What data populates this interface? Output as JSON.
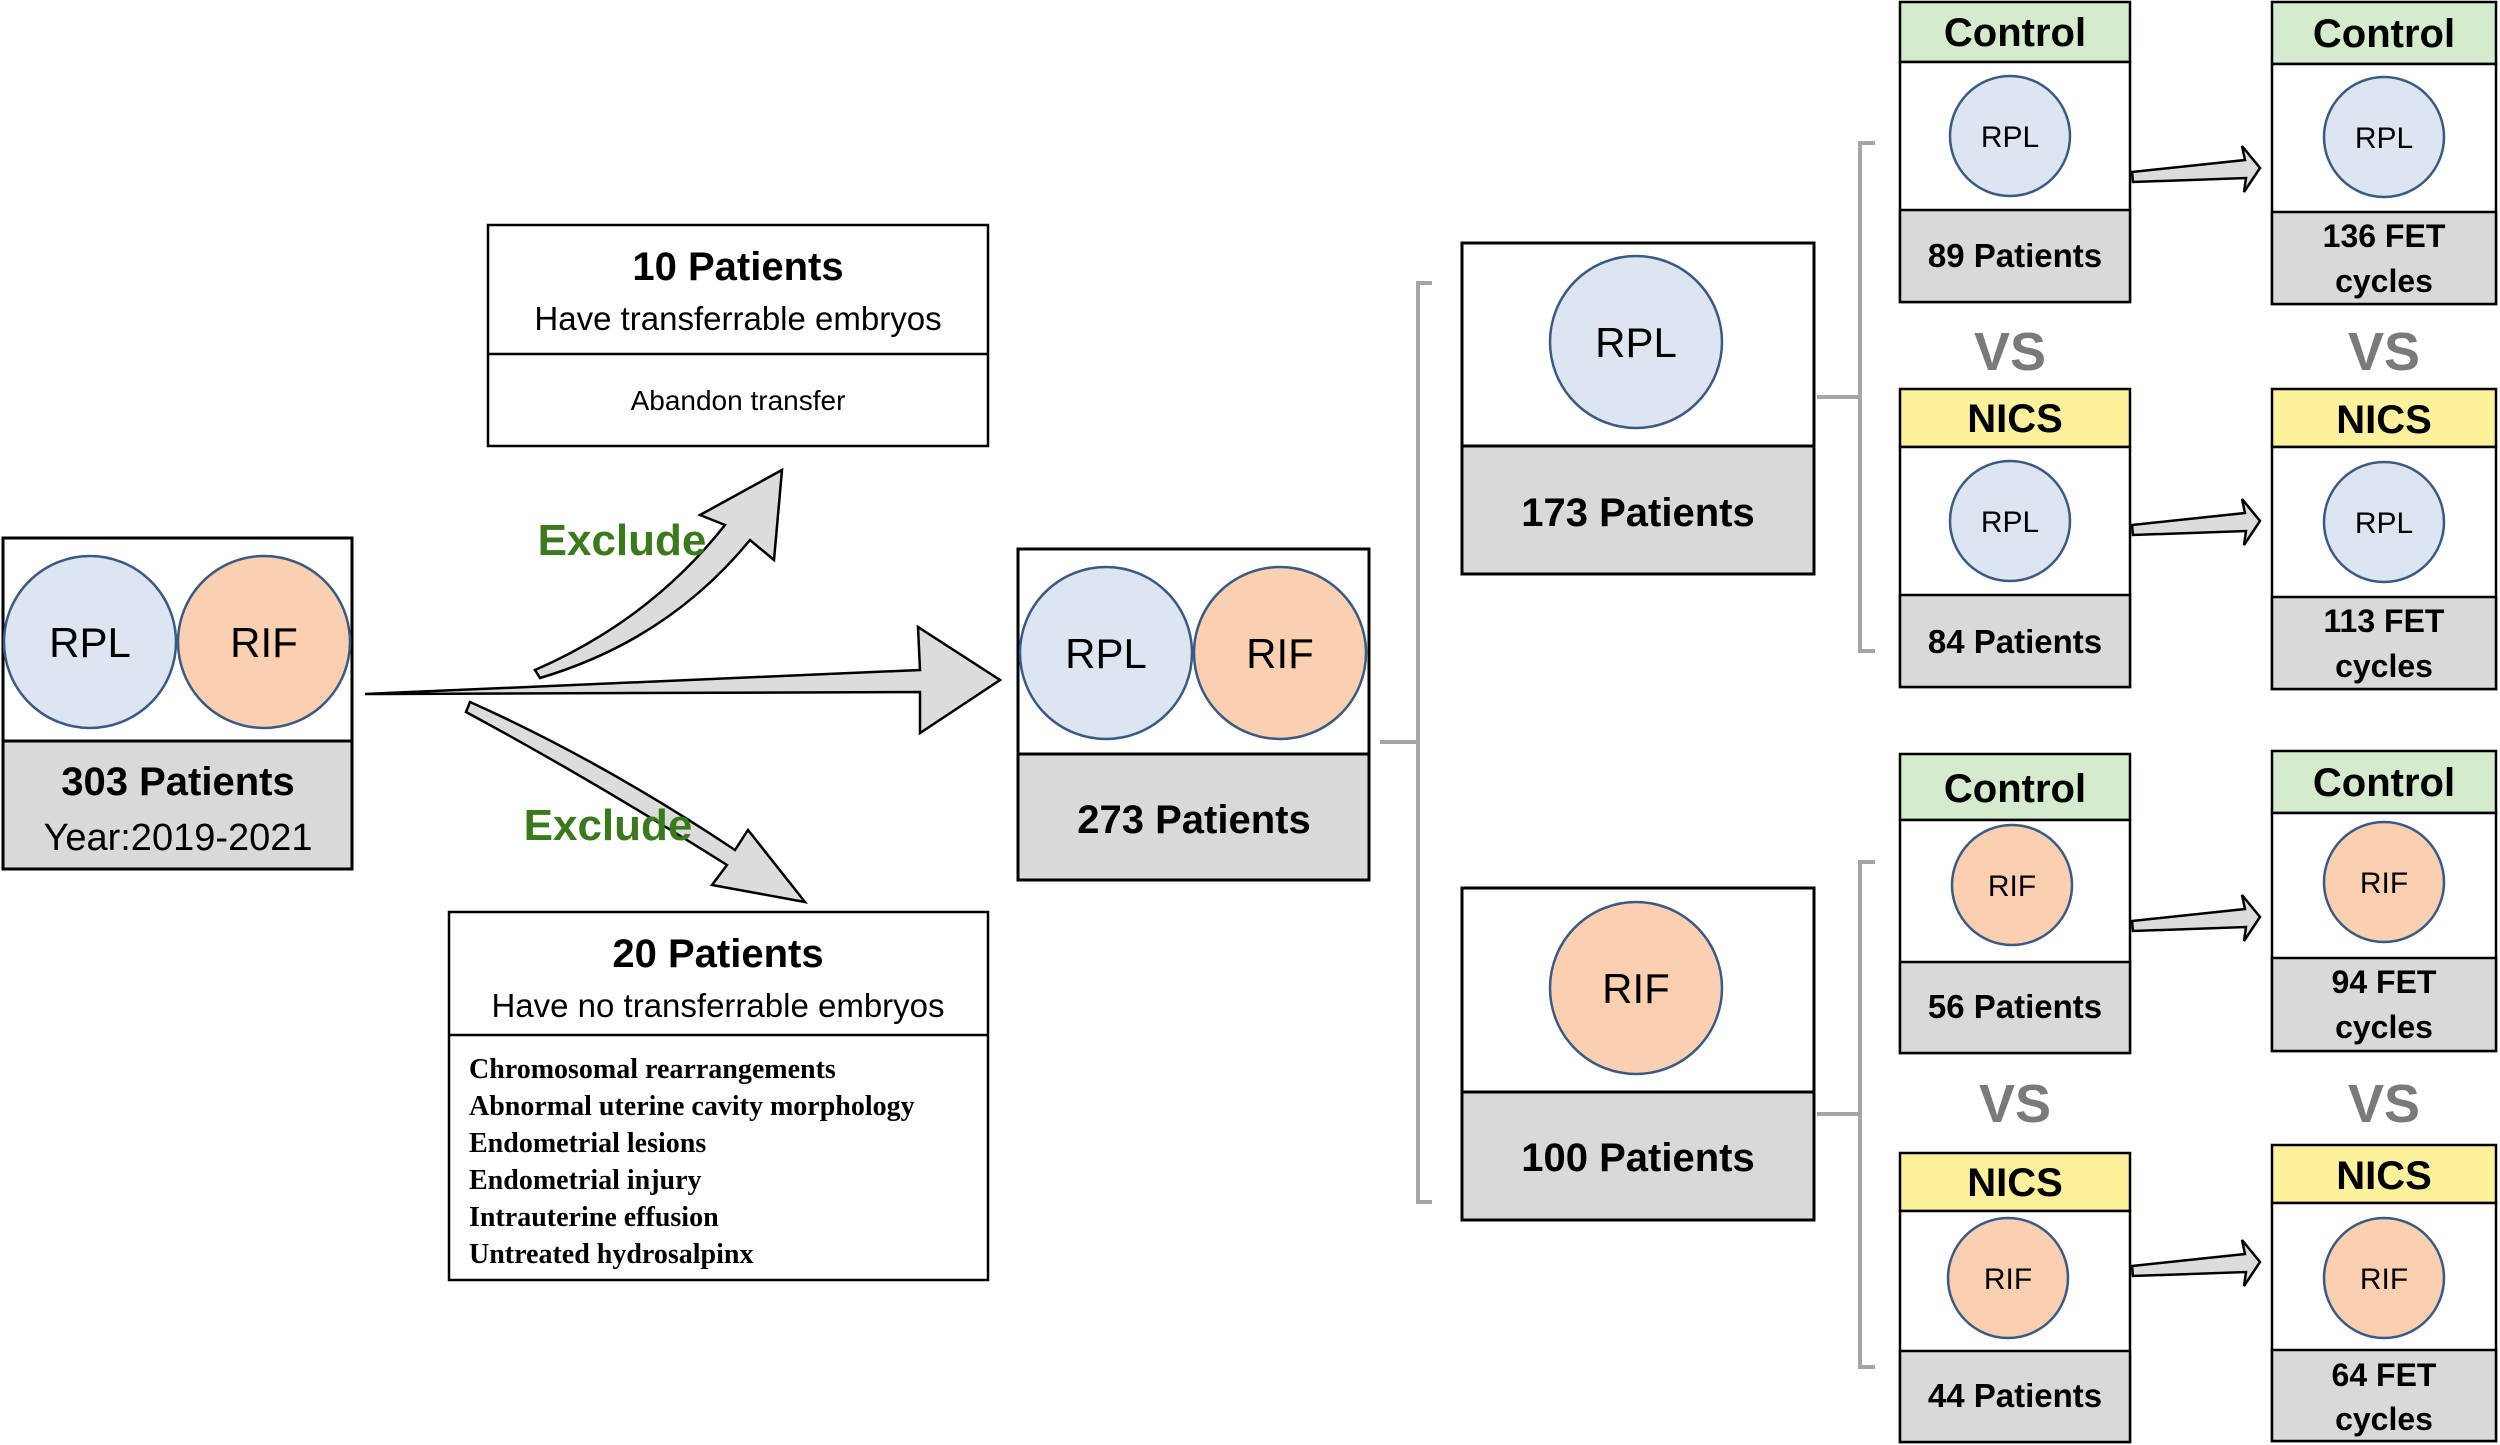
{
  "colors": {
    "rpl_fill": "#dde5f0",
    "rif_fill": "#fbd0b0",
    "circle_stroke": "#3a5a85",
    "count_fill": "#d9d9d9",
    "control_fill": "#d4ebcd",
    "nics_fill": "#fdf29b",
    "arrow_fill": "#dcdcdc",
    "exclude_text": "#3b7a1c",
    "vs_text": "#7a7a7a",
    "bracket": "#a6a6a6"
  },
  "start": {
    "rpl": "RPL",
    "rif": "RIF",
    "count": "303 Patients",
    "year": "Year:2019-2021"
  },
  "exclude_top": {
    "label": "Exclude",
    "title": "10 Patients",
    "subtitle": "Have transferrable embryos",
    "detail": "Abandon transfer"
  },
  "exclude_bottom": {
    "label": "Exclude",
    "title": "20 Patients",
    "subtitle": "Have no transferrable embryos",
    "reasons": [
      "Chromosomal rearrangements",
      "Abnormal uterine cavity morphology",
      "Endometrial lesions",
      "Endometrial injury",
      "Intrauterine effusion",
      "Untreated hydrosalpinx"
    ]
  },
  "included": {
    "rpl": "RPL",
    "rif": "RIF",
    "count": "273 Patients"
  },
  "rpl_group": {
    "label": "RPL",
    "count": "173 Patients",
    "control": {
      "header": "Control",
      "label": "RPL",
      "count": "89 Patients"
    },
    "nics": {
      "header": "NICS",
      "label": "RPL",
      "count": "84 Patients"
    },
    "control_cycles": {
      "header": "Control",
      "label": "RPL",
      "count_line1": "136 FET",
      "count_line2": "cycles"
    },
    "nics_cycles": {
      "header": "NICS",
      "label": "RPL",
      "count_line1": "113 FET",
      "count_line2": "cycles"
    },
    "vs_left": "VS",
    "vs_right": "VS"
  },
  "rif_group": {
    "label": "RIF",
    "count": "100 Patients",
    "control": {
      "header": "Control",
      "label": "RIF",
      "count": "56 Patients"
    },
    "nics": {
      "header": "NICS",
      "label": "RIF",
      "count": "44 Patients"
    },
    "control_cycles": {
      "header": "Control",
      "label": "RIF",
      "count_line1": "94 FET",
      "count_line2": "cycles"
    },
    "nics_cycles": {
      "header": "NICS",
      "label": "RIF",
      "count_line1": "64 FET",
      "count_line2": "cycles"
    },
    "vs_left": "VS",
    "vs_right": "VS"
  }
}
